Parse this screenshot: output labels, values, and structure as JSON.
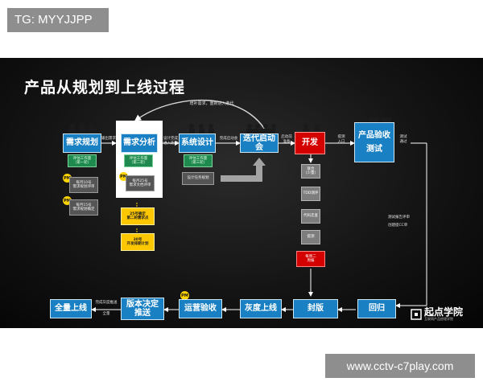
{
  "watermarks": {
    "top": "TG: MYYJJPP",
    "bottom": "www.cctv-c7play.com"
  },
  "slide": {
    "title": "产品从规划到上线过程",
    "arc_label": "增补需求，重新进入迭代",
    "stages": {
      "planning": "需求规划",
      "analysis": "需求分析",
      "design": "系统设计",
      "kickoff": "迭代启动会",
      "dev": "开发",
      "acceptance_line1": "产品验收",
      "acceptance_line2": "测试",
      "regression": "回归",
      "seal": "封版",
      "gray_release": "灰度上线",
      "ops_acceptance": "运营验收",
      "version_line1": "版本决定",
      "version_line2": "推送",
      "full_release": "全量上线"
    },
    "subs": {
      "planning_work": "评估工作量\n（第一轮）",
      "analysis_work": "评估工作量\n（第二轮）",
      "design_work": "评估工作量\n（第三轮）",
      "pm_monthly_review": "每月10号\n需求规划评审",
      "pm_monthly_confirm": "每月15号\n需求规划确定",
      "pm_doc_review": "每月25号\n需求文档评审",
      "design_review": "设计任务规划",
      "yellow_1": "25号确定\n第二轮需求点",
      "yellow_2": "30号\n开发排期计划",
      "dev_1": "联合\n（少量）",
      "dev_2": "TDD测评",
      "dev_3": "代码走查",
      "dev_4": "提测",
      "dev_red": "每周二\n周报",
      "test_side": "测试报告评审",
      "test_side2": "创建提CC单",
      "seal_label": "封版",
      "kickoff_arrow": "完成启动会",
      "analysis_arrow": "输出需求",
      "design_arrow": "设计完成\n进入迭代",
      "kickoff_note": "启动前\n准备",
      "dev_note": "提测\n入口",
      "accept_note": "测试\n通过",
      "version_note1": "完成灰度推送",
      "version_note2": "全量",
      "pm": "PM"
    },
    "logo": {
      "main": "起点学院",
      "sub": "互联网产品经理学院"
    },
    "colors": {
      "box": "#1a80c4",
      "dev": "#d40000",
      "highlight": "#ffffff",
      "yellow": "#ffc700",
      "green": "#1e8a4e"
    }
  }
}
